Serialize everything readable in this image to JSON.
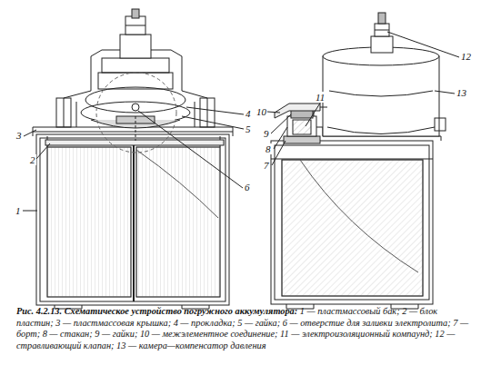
{
  "diagram": {
    "caption": "Рис. 4.2.13. Схематическое устройство погружного аккумулятора:",
    "labels": [
      "1",
      "2",
      "3",
      "4",
      "5",
      "6",
      "7",
      "8",
      "9",
      "10",
      "11",
      "12",
      "13",
      "1 — пластмассовый бак; 2 — блок пластин; 3 — пластмассовая крышка; 4 — прокладка; 5 — гайка; 6 — отверстие для заливки электролита; 7 — борт; 8 — стакан; 9 — гайки; 10 — межэлементное соединение; 11 — электроизоляционный компаунд; 12 — стравливающий клапан; 13 — камера—компенсатор давления"
    ]
  }
}
